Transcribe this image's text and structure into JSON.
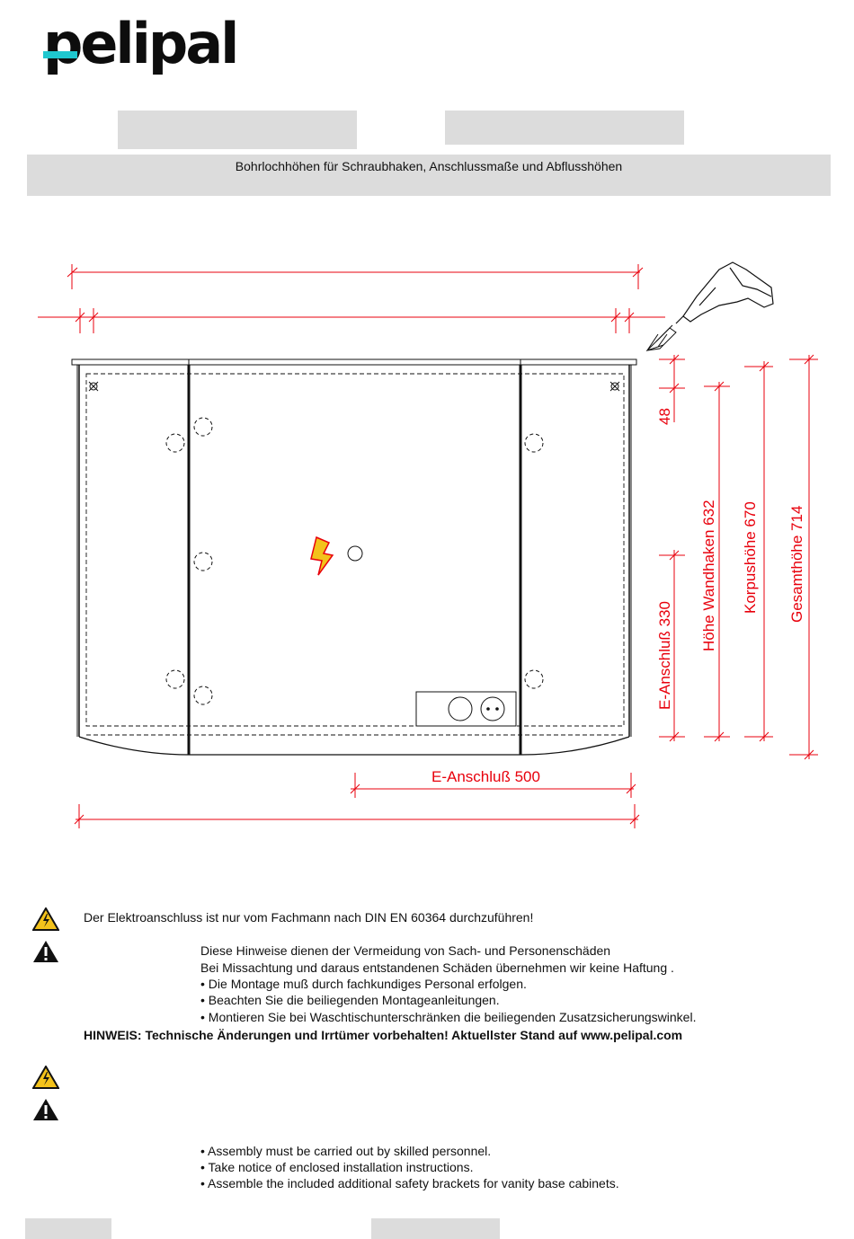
{
  "brand": {
    "logo_text": "pelipal",
    "accent_color": "#1fc7cf"
  },
  "header": {
    "subtitle": "Bohrlochhöhen für Schraubhaken, Anschlussmaße und Abflusshöhen"
  },
  "drawing": {
    "dimension_color": "#e8000c",
    "labels": {
      "d48": "48",
      "e_anschluss_330": "E-Anschluß 330",
      "hoehe_wandhaken": "Höhe Wandhaken  632",
      "korpushoehe": "Korpushöhe 670",
      "gesamthoehe": "Gesamthöhe 714",
      "e_anschluss_500": "E-Anschluß 500"
    },
    "icons": [
      "drill-icon",
      "arrow-icon",
      "lightning-icon",
      "socket-icon",
      "wall-hook-icon"
    ]
  },
  "notices_de": {
    "electric_warning": "Der Elektroanschluss ist nur vom Fachmann nach DIN EN 60364 durchzuführen!",
    "lines": [
      "Diese Hinweise dienen  der Vermeidung von Sach- und Personenschäden",
      "Bei Missachtung und daraus entstandenen Schäden übernehmen wir keine Haftung .",
      "• Die Montage muß durch fachkundiges Personal erfolgen.",
      "• Beachten Sie die beiliegenden Montageanleitungen.",
      "• Montieren Sie bei Waschtischunterschränken die beiliegenden Zusatzsicherungswinkel."
    ],
    "hinweis": "HINWEIS:  Technische Änderungen und Irrtümer vorbehalten! Aktuellster Stand auf www.pelipal.com"
  },
  "notices_en": {
    "lines": [
      "• Assembly must be carried out by skilled personnel.",
      "• Take notice of enclosed installation instructions.",
      "• Assemble the included additional safety brackets for vanity base cabinets."
    ]
  }
}
